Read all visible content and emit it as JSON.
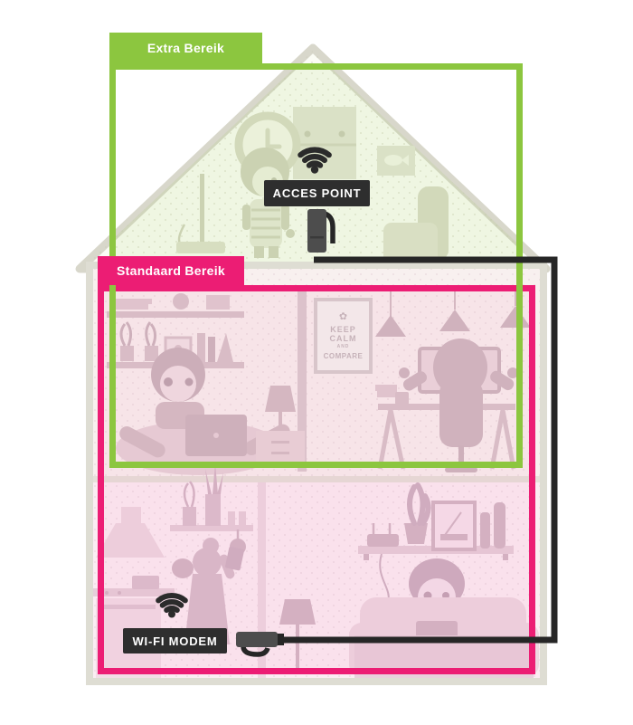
{
  "diagram": {
    "language": "nl",
    "zones": [
      {
        "id": "extra",
        "label": "Extra Bereik",
        "color": "#8cc63f"
      },
      {
        "id": "standaard",
        "label": "Standaard Bereik",
        "color": "#ec1d74"
      }
    ],
    "devices": [
      {
        "id": "access_point",
        "label": "ACCES POINT",
        "icon": "wifi-icon"
      },
      {
        "id": "wifi_modem",
        "label": "WI-FI MODEM",
        "icon": "wifi-icon"
      }
    ],
    "poster": {
      "icon": "rose-icon",
      "icon_glyph": "✿",
      "lines": [
        "KEEP",
        "CALM",
        "AND",
        "COMPARE"
      ]
    },
    "colors": {
      "cable": "#262626",
      "device_body": "#4d4d4d",
      "label_background": "#2e2e2e",
      "wifi_icon": "#2b2b2b",
      "house_wall": "#deddd3"
    }
  }
}
